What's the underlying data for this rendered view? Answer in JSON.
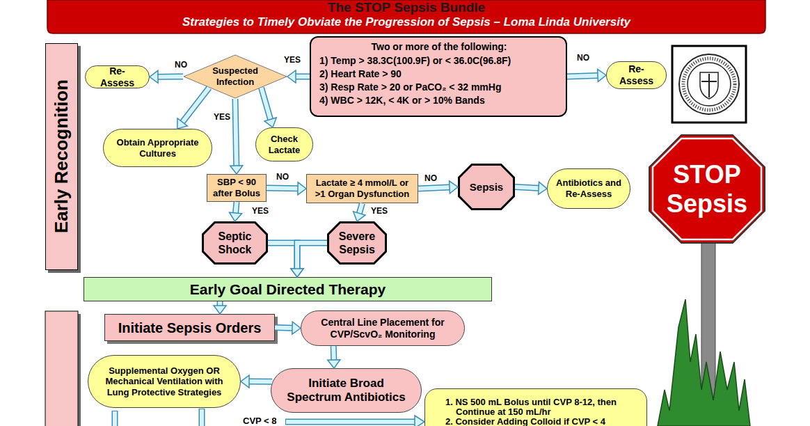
{
  "diagram": {
    "title": "The STOP Sepsis Bundle",
    "nodes": [
      {
        "text": [
          "Early Recognition"
        ]
      },
      {
        "text": [
          "Re-Assess"
        ]
      },
      {
        "text": [
          "Suspected Infection"
        ]
      },
      {
        "text": [
          "Two or more of the following:",
          "1) Temp > 38.3C(100.9F) or < 36.0C(96.8F)",
          "2) Heart Rate > 90",
          "3) Resp Rate > 20 or PaCO₂ < 32 mmHg",
          "4) WBC > 12K, < 4K or > 10% Bands"
        ]
      },
      {
        "text": [
          "Re-Assess"
        ]
      },
      {
        "text": [
          "Obtain Appropriate Cultures"
        ]
      },
      {
        "text": [
          "Check Lactate"
        ]
      },
      {
        "text": [
          "SBP < 90 after Bolus"
        ]
      },
      {
        "text": [
          "Lactate ≥ 4 mmol/L or >1 Organ Dysfunction"
        ]
      },
      {
        "text": [
          "Sepsis"
        ]
      },
      {
        "text": [
          "Antibiotics and Re-Assess"
        ]
      },
      {
        "text": [
          "Septic Shock"
        ]
      },
      {
        "text": [
          "Severe Sepsis"
        ]
      },
      {
        "text": [
          "Early Goal Directed Therapy"
        ]
      },
      {
        "text": [
          "Initiate Sepsis Orders"
        ]
      },
      {
        "text": [
          "Central Line Placement for CVP/ScvO₂ Monitoring"
        ]
      },
      {
        "text": [
          "Supplemental Oxygen OR Mechanical Ventilation with Lung Protective Strategies"
        ]
      },
      {
        "text": [
          "Initiate Broad Spectrum Antibiotics"
        ]
      },
      {
        "text": [
          "1. NS 500 mL Bolus until CVP 8-12, then Continue at 150 mL/hr",
          "2. Consider Adding Colloid if CVP < 4"
        ]
      },
      {
        "text": [
          "STOP Sepsis"
        ]
      }
    ],
    "edges": [
      {
        "from": 2,
        "to": 1,
        "label": "NO",
        "arrow": "to"
      },
      {
        "from": 3,
        "to": 2,
        "label": "YES",
        "arrow": "to"
      },
      {
        "from": 3,
        "to": 4,
        "label": "NO",
        "arrow": "to"
      },
      {
        "from": 2,
        "to": 5,
        "arrow": "to"
      },
      {
        "from": 2,
        "to": 6,
        "arrow": "to"
      },
      {
        "from": 2,
        "to": 7,
        "label": "YES",
        "arrow": "to"
      },
      {
        "from": 7,
        "to": 8,
        "label": "NO",
        "arrow": "to"
      },
      {
        "from": 8,
        "to": 9,
        "label": "NO",
        "arrow": "to"
      },
      {
        "from": 9,
        "to": 10,
        "arrow": "to"
      },
      {
        "from": 7,
        "to": 11,
        "label": "YES",
        "arrow": "to"
      },
      {
        "from": 8,
        "to": 12,
        "label": "YES",
        "arrow": "to"
      },
      {
        "from": 11,
        "to": 13,
        "arrow": "to"
      },
      {
        "from": 12,
        "to": 13,
        "arrow": "to"
      },
      {
        "from": 13,
        "to": 14,
        "arrow": "to"
      },
      {
        "from": 14,
        "to": 15,
        "arrow": "to"
      },
      {
        "from": 15,
        "to": 17,
        "arrow": "to"
      },
      {
        "from": 17,
        "to": 16,
        "arrow": "to"
      }
    ],
    "labels": [
      "Strategies to Timely Obviate the Progression of Sepsis – Loma Linda University",
      "CVP < 8"
    ]
  }
}
